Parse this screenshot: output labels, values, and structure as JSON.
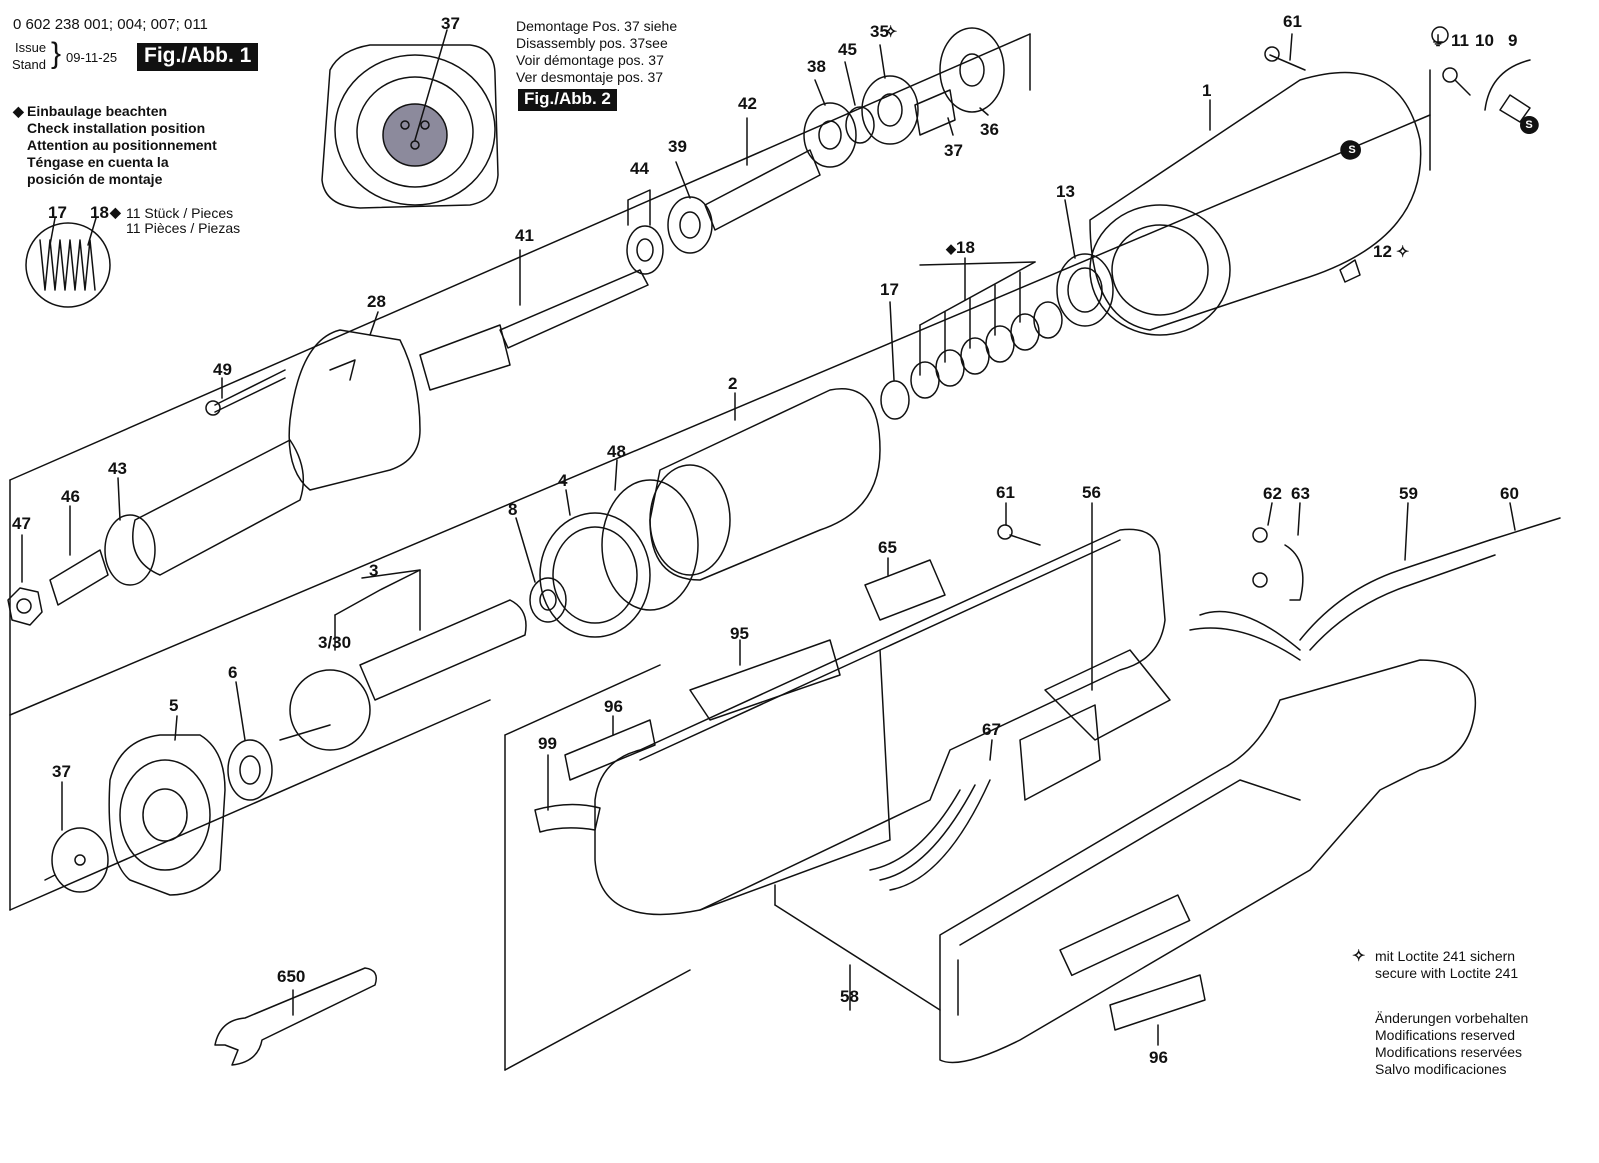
{
  "header": {
    "doc_number": "0 602 238 001; 004; 007; 011",
    "issue_label": "Issue",
    "stand_label": "Stand",
    "issue_date": "09-11-25",
    "fig1_label": "Fig./Abb. 1",
    "fig2_label": "Fig./Abb. 2"
  },
  "disassembly_note": [
    "Demontage Pos. 37 siehe",
    "Disassembly pos. 37see",
    "Voir démontage pos. 37",
    "Ver desmontaje pos. 37"
  ],
  "installation_note": {
    "symbol": "◆",
    "lines": [
      "Einbaulage beachten",
      "Check installation position",
      "Attention au positionnement",
      "Téngase en cuenta la",
      "posición de montaje"
    ]
  },
  "pieces_note": {
    "labels": [
      "17",
      "18"
    ],
    "symbol": "◆",
    "lines": [
      "11 Stück / Pieces",
      "11 Pièces / Piezas"
    ]
  },
  "loctite_note": {
    "lines": [
      "mit Loctite 241 sichern",
      "secure with Loctite 241"
    ]
  },
  "modifications_note": {
    "lines": [
      "Änderungen vorbehalten",
      "Modifications reserved",
      "Modifications reservées",
      "Salvo modificaciones"
    ]
  },
  "part_labels": {
    "p37_fig2": "37",
    "p35": "35",
    "p45": "45",
    "p38": "38",
    "p42": "42",
    "p39": "39",
    "p44": "44",
    "p41": "41",
    "p37_top": "37",
    "p36": "36",
    "p61_top": "61",
    "p11": "11",
    "p10": "10",
    "p9": "9",
    "p1": "1",
    "p13": "13",
    "p18": "18",
    "p17": "17",
    "p12": "12",
    "p28": "28",
    "p49": "49",
    "p43": "43",
    "p46": "46",
    "p47": "47",
    "p2": "2",
    "p48": "48",
    "p4": "4",
    "p8": "8",
    "p3": "3",
    "p3_30": "3/30",
    "p6": "6",
    "p5": "5",
    "p37_bottom": "37",
    "p650": "650",
    "p61_mid": "61",
    "p56": "56",
    "p62": "62",
    "p63": "63",
    "p59": "59",
    "p60": "60",
    "p65": "65",
    "p95": "95",
    "p96_left": "96",
    "p99": "99",
    "p67": "67",
    "p58": "58",
    "p96_bottom": "96"
  },
  "badges": {
    "s_symbol": "S"
  }
}
